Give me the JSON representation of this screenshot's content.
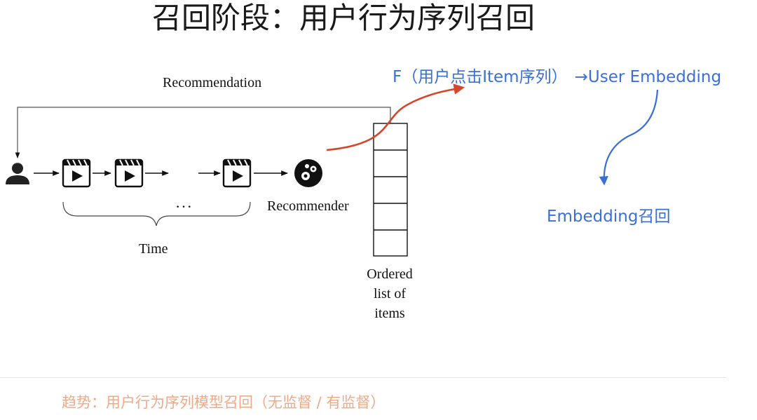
{
  "slide": {
    "title": "召回阶段：用户行为序列召回",
    "trend_note": "趋势：用户行为序列模型召回（无监督 / 有监督）"
  },
  "diagram": {
    "feedback_label": "Recommendation",
    "timeline_label": "Time",
    "recommender_label": "Recommender",
    "ellipsis": "···",
    "ordered_list_lines": [
      "Ordered",
      "list of",
      "items"
    ],
    "formula_f": "F（用户点击Item序列）",
    "formula_arrow": "→",
    "formula_result": "User  Embedding",
    "embedding_recall": "Embedding召回"
  },
  "colors": {
    "red_arrow": "#d6462a",
    "blue_arrow": "#3a6fd8",
    "trend_text": "#f0a987"
  }
}
